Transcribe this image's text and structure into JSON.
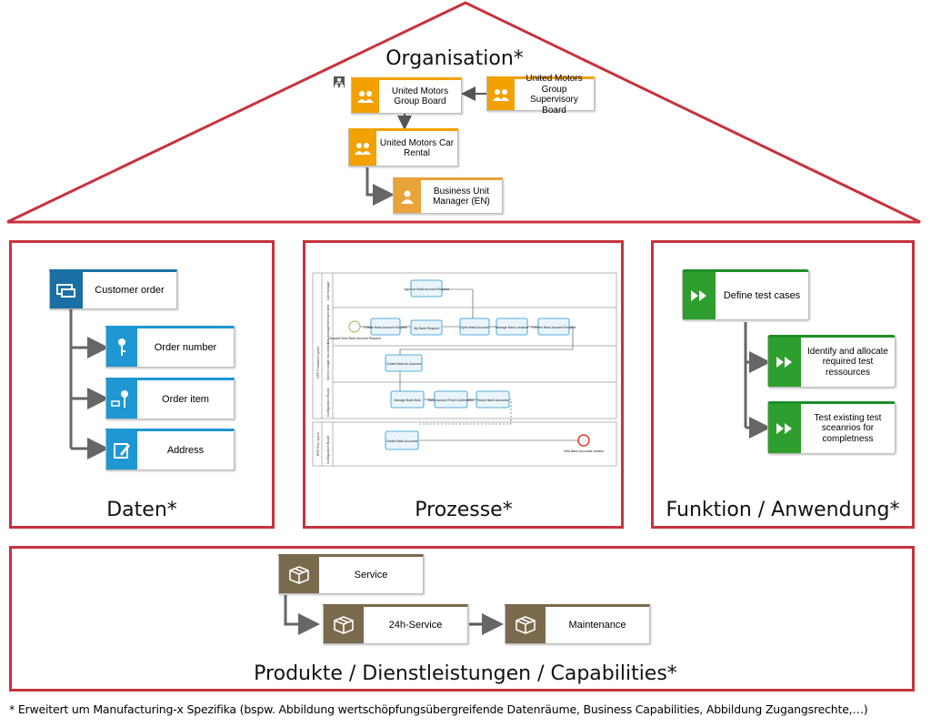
{
  "organisation": {
    "title": "Organisation*",
    "nodes": {
      "group_board": "United Motors Group Board",
      "supervisory_board": "United Motors Group Supervisory Board",
      "car_rental": "United Motors Car Rental",
      "bu_manager": "Business Unit Manager (EN)"
    }
  },
  "daten": {
    "title": "Daten*",
    "root": "Customer order",
    "items": [
      "Order number",
      "Order item",
      "Address"
    ]
  },
  "prozesse": {
    "title": "Prozesse*",
    "lanes": [
      "Call manager",
      "Call management specialist",
      "Service Ledger Accountant",
      "Configuration Board",
      "Configuration Board"
    ],
    "pool_labels": [
      "GPP Production space",
      "ERP Rep. space"
    ],
    "tasks": [
      "Approve Bank Account Request",
      "Create Bank Account Request",
      "My Bank Request",
      "Open Bank Account",
      "Manage Bank Location",
      "Confirm Bank Account Request",
      "Create Bank Ac-Account",
      "Manage Bank Bulk",
      "Bank Account Final Confirmation",
      "Reach Bank Accounts",
      "Create Bank Accounts"
    ],
    "start_event": "Request New Bank Account Request",
    "end_event": "New Bank Accounts created"
  },
  "funktion": {
    "title": "Funktion / Anwendung*",
    "root": "Define test cases",
    "items": [
      "Identify and allocate required test ressources",
      "Test existing test sceanrios for completness"
    ]
  },
  "produkte": {
    "title": "Produkte / Dienstleistungen / Capabilities*",
    "root": "Service",
    "items": [
      "24h-Service",
      "Maintenance"
    ]
  },
  "footnote": "* Erweitert um Manufacturing-x Spezifika (bspw. Abbildung wertschöpfungsübergreifende Datenräume, Business Capabilities, Abbildung Zugangsrechte,…)",
  "colors": {
    "frame": "#c8323c",
    "org": "#f2a100",
    "data": "#1f97d2",
    "function": "#2e9e2e",
    "product": "#7a6a4d"
  }
}
